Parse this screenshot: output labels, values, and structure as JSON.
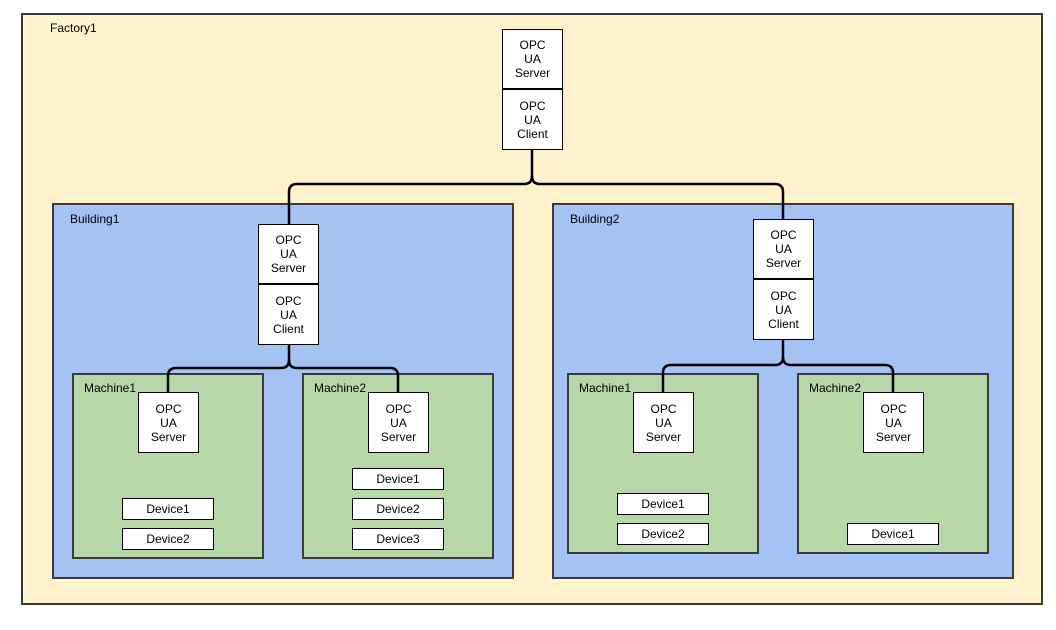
{
  "factory": {
    "label": "Factory1",
    "server": "OPC\nUA\nServer",
    "client": "OPC\nUA\nClient"
  },
  "buildings": [
    {
      "label": "Building1",
      "server": "OPC\nUA\nServer",
      "client": "OPC\nUA\nClient",
      "machines": [
        {
          "label": "Machine1",
          "server": "OPC\nUA\nServer",
          "devices": [
            "Device1",
            "Device2"
          ]
        },
        {
          "label": "Machine2",
          "server": "OPC\nUA\nServer",
          "devices": [
            "Device1",
            "Device2",
            "Device3"
          ]
        }
      ]
    },
    {
      "label": "Building2",
      "server": "OPC\nUA\nServer",
      "client": "OPC\nUA\nClient",
      "machines": [
        {
          "label": "Machine1",
          "server": "OPC\nUA\nServer",
          "devices": [
            "Device1",
            "Device2"
          ]
        },
        {
          "label": "Machine2",
          "server": "OPC\nUA\nServer",
          "devices": [
            "Device1"
          ]
        }
      ]
    }
  ],
  "colors": {
    "factory_fill": "#fff2cc",
    "building_fill": "#a4c2f4",
    "machine_fill": "#b6d7a8",
    "box_fill": "#ffffff",
    "stroke": "#000000"
  }
}
